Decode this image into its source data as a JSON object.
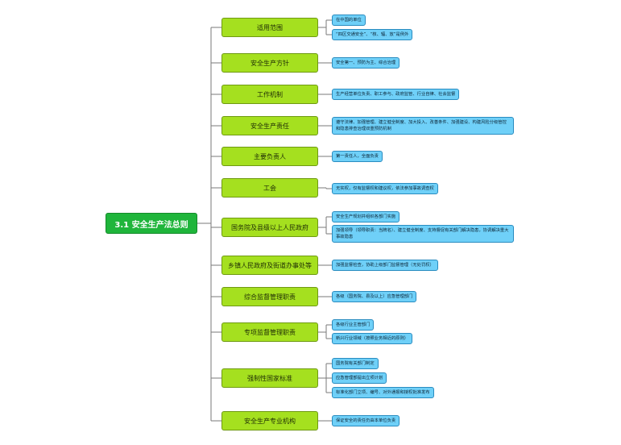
{
  "root": {
    "label": "3.1 安全生产法总则"
  },
  "branches": [
    {
      "label": "适用范围",
      "leaves": [
        "在中国的单位",
        "“四区交通安全”、“核、辐、放”是例外"
      ]
    },
    {
      "label": "安全生产方针",
      "leaves": [
        "安全第一、预防为主、综合治理"
      ]
    },
    {
      "label": "工作机制",
      "leaves": [
        "生产经营单位负责、职工参与、政府监管、行业自律、社会监督"
      ]
    },
    {
      "label": "安全生产责任",
      "leaves": [
        "遵守法律、加强管理、建立健全制度、加大投入、改善条件、加强建设、构建风险分级管控和隐患排查治理双重预防机制"
      ]
    },
    {
      "label": "主要负责人",
      "leaves": [
        "第一责任人，全面负责"
      ]
    },
    {
      "label": "工会",
      "leaves": [
        "无实权，仅有监督权和建议权，依法参加事故调查权"
      ]
    },
    {
      "label": "国务院及县级以上人民政府",
      "leaves": [
        "安全生产规划并组织各部门实施",
        "加强领导（领导职责：当牌名）、建立健全制度、支持督促有关部门解决隐患，协调解决重大事故隐患"
      ]
    },
    {
      "label": "乡镇人民政府及街道办事处等",
      "leaves": [
        "加强监督检查，协助上级部门监督管理（无处罚权）"
      ]
    },
    {
      "label": "综合监督管理职责",
      "leaves": [
        "各级（国务院、县及以上）应急管理部门"
      ]
    },
    {
      "label": "专项监督管理职责",
      "leaves": [
        "各级行业主管部门",
        "新兴行业领域（按照业务相近的原则）"
      ]
    },
    {
      "label": "强制性国家标准",
      "leaves": [
        "国务院有关部门制定",
        "应急管理部提出立项计划",
        "标准化部门立项、编号、对外通报和授权批准发布"
      ]
    },
    {
      "label": "安全生产专业机构",
      "leaves": [
        "保证安全的责任仍由本单位负责"
      ]
    }
  ],
  "colors": {
    "root_fill": "#1fb53b",
    "branch_fill": "#a5e01f",
    "leaf_fill": "#6fd0f8",
    "connector": "#7a7a7a"
  }
}
